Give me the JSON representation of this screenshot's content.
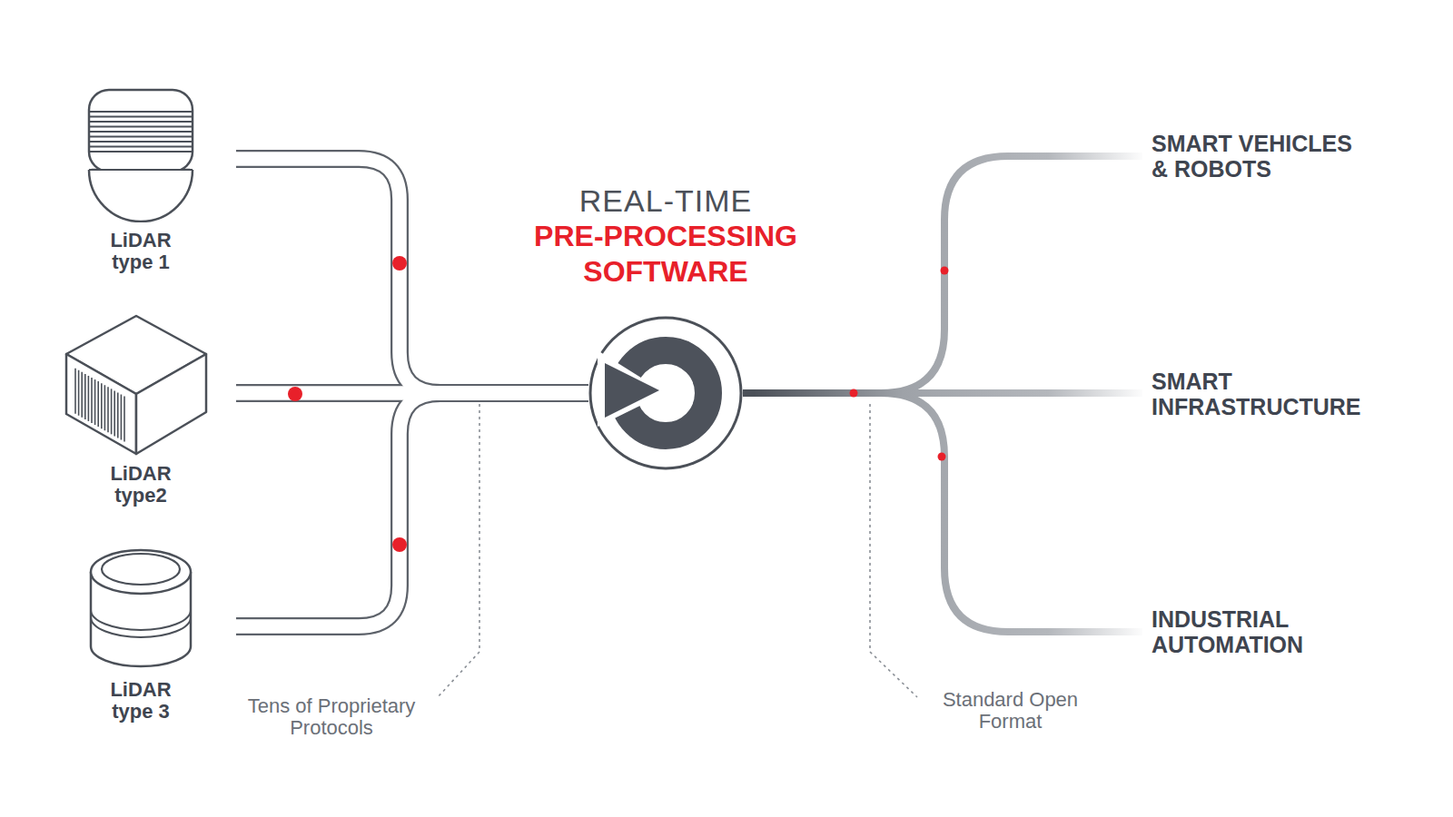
{
  "diagram": {
    "nodes": [
      {
        "text": [
          "LiDAR type 1"
        ]
      },
      {
        "text": [
          "LiDAR type2"
        ]
      },
      {
        "text": [
          "LiDAR type 3"
        ]
      },
      {
        "text": [
          "REAL-TIME",
          "PRE-PROCESSING SOFTWARE"
        ]
      },
      {
        "text": [
          "SMART VEHICLES & ROBOTS"
        ]
      },
      {
        "text": [
          "SMART INFRASTRUCTURE"
        ]
      },
      {
        "text": [
          "INDUSTRIAL AUTOMATION"
        ]
      }
    ],
    "edges": [
      {
        "from": 0,
        "to": 3,
        "arrow": "none"
      },
      {
        "from": 1,
        "to": 3,
        "arrow": "none"
      },
      {
        "from": 2,
        "to": 3,
        "arrow": "none"
      },
      {
        "from": 3,
        "to": 4,
        "arrow": "none"
      },
      {
        "from": 3,
        "to": 5,
        "arrow": "none"
      },
      {
        "from": 3,
        "to": 6,
        "arrow": "none"
      }
    ],
    "labels": [
      "Tens of Proprietary Protocols",
      "Standard Open Format"
    ]
  }
}
